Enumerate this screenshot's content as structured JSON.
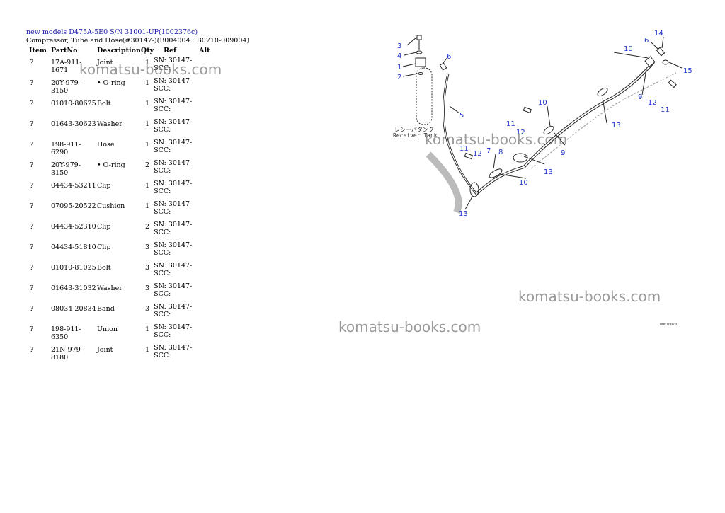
{
  "breadcrumb": {
    "link1": "new models",
    "link2": "D475A-5E0 S/N 31001-UP(1002376c)"
  },
  "subtitle": "Compressor, Tube and Hose(#30147-)(B004004 : B0710-009004)",
  "table": {
    "headers": [
      "Item",
      "PartNo",
      "Description",
      "Qty",
      "Ref",
      "Alt"
    ],
    "rows": [
      {
        "item": "?",
        "part": "17A-911-1671",
        "desc": "Joint",
        "qty": "1",
        "ref": "SN: 30147-SCC:",
        "alt": ""
      },
      {
        "item": "?",
        "part": "20Y-979-3150",
        "desc": "• O-ring",
        "qty": "1",
        "ref": "SN: 30147-SCC:",
        "alt": ""
      },
      {
        "item": "?",
        "part": "01010-80625",
        "desc": "Bolt",
        "qty": "1",
        "ref": "SN: 30147-SCC:",
        "alt": ""
      },
      {
        "item": "?",
        "part": "01643-30623",
        "desc": "Washer",
        "qty": "1",
        "ref": "SN: 30147-SCC:",
        "alt": ""
      },
      {
        "item": "?",
        "part": "198-911-6290",
        "desc": "Hose",
        "qty": "1",
        "ref": "SN: 30147-SCC:",
        "alt": ""
      },
      {
        "item": "?",
        "part": "20Y-979-3150",
        "desc": "• O-ring",
        "qty": "2",
        "ref": "SN: 30147-SCC:",
        "alt": ""
      },
      {
        "item": "?",
        "part": "04434-53211",
        "desc": "Clip",
        "qty": "1",
        "ref": "SN: 30147-SCC:",
        "alt": ""
      },
      {
        "item": "?",
        "part": "07095-20522",
        "desc": "Cushion",
        "qty": "1",
        "ref": "SN: 30147-SCC:",
        "alt": ""
      },
      {
        "item": "?",
        "part": "04434-52310",
        "desc": "Clip",
        "qty": "2",
        "ref": "SN: 30147-SCC:",
        "alt": ""
      },
      {
        "item": "?",
        "part": "04434-51810",
        "desc": "Clip",
        "qty": "3",
        "ref": "SN: 30147-SCC:",
        "alt": ""
      },
      {
        "item": "?",
        "part": "01010-81025",
        "desc": "Bolt",
        "qty": "3",
        "ref": "SN: 30147-SCC:",
        "alt": ""
      },
      {
        "item": "?",
        "part": "01643-31032",
        "desc": "Washer",
        "qty": "3",
        "ref": "SN: 30147-SCC:",
        "alt": ""
      },
      {
        "item": "?",
        "part": "08034-20834",
        "desc": "Band",
        "qty": "3",
        "ref": "SN: 30147-SCC:",
        "alt": ""
      },
      {
        "item": "?",
        "part": "198-911-6350",
        "desc": "Union",
        "qty": "1",
        "ref": "SN: 30147-SCC:",
        "alt": ""
      },
      {
        "item": "?",
        "part": "21N-979-8180",
        "desc": "Joint",
        "qty": "1",
        "ref": "SN: 30147-SCC:",
        "alt": ""
      }
    ]
  },
  "watermark_text": "komatsu-books.com",
  "diagram": {
    "tank_label_jp": "レシーバタンク",
    "tank_label_en": "Receiver Tank",
    "drawing_code": "00010070",
    "callouts": [
      "3",
      "4",
      "1",
      "2",
      "6",
      "5",
      "10",
      "6",
      "14",
      "15",
      "9",
      "12",
      "11",
      "13",
      "11",
      "12",
      "9",
      "10",
      "11",
      "12",
      "7",
      "8",
      "13",
      "10",
      "13"
    ]
  },
  "colors": {
    "link": "#1a1aa6",
    "callout": "#1e32c8"
  }
}
